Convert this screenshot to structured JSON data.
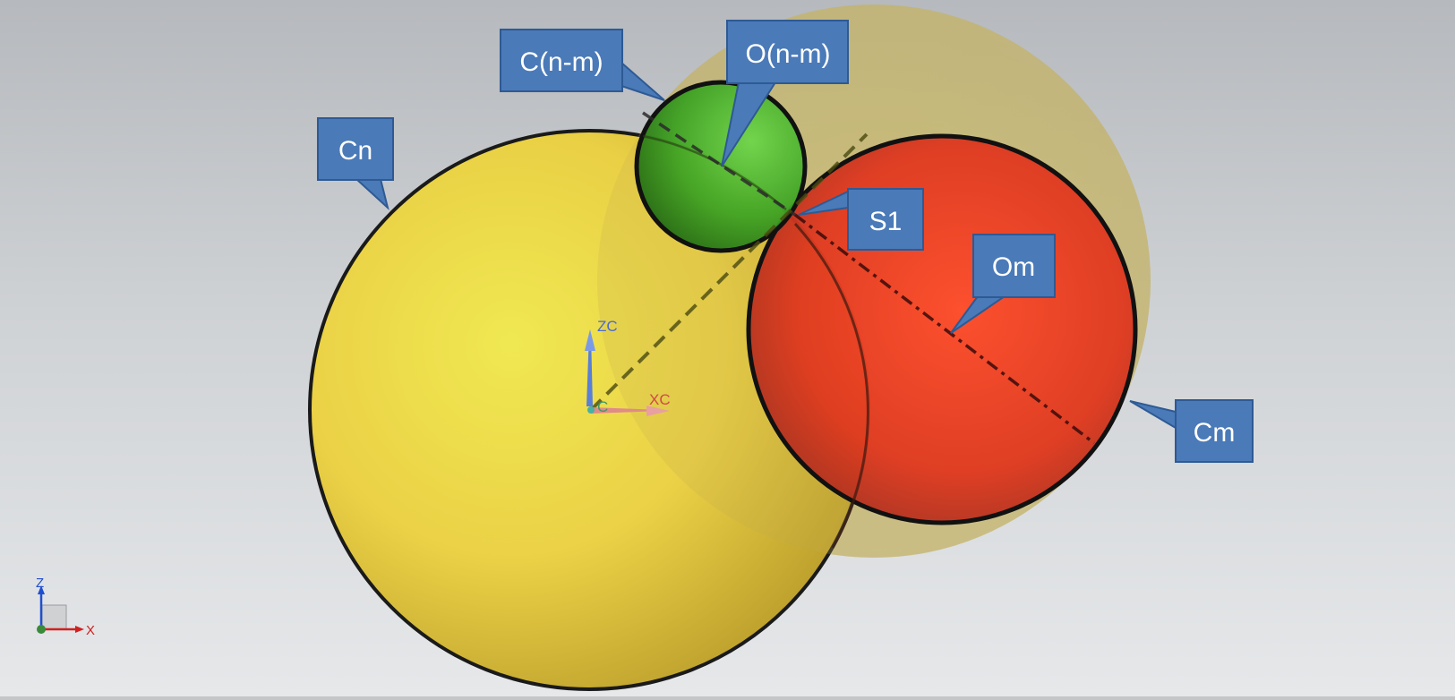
{
  "callouts": {
    "c_n_m": "C(n-m)",
    "o_n_m": "O(n-m)",
    "cn": "Cn",
    "s1": "S1",
    "om": "Om",
    "cm": "Cm"
  },
  "wcs_axes": {
    "z_label": "ZC",
    "x_label": "XC",
    "y_label": "YC"
  },
  "view_triad": {
    "z_label": "Z",
    "x_label": "X"
  },
  "colors": {
    "callout_fill": "#4a7ab8",
    "callout_border": "#2e5a94",
    "sphere_cn": "#f0d23c",
    "sphere_cnm": "#4fb32a",
    "sphere_cm": "#ee3a22",
    "sphere_om_ghost": "#c9b96a"
  }
}
